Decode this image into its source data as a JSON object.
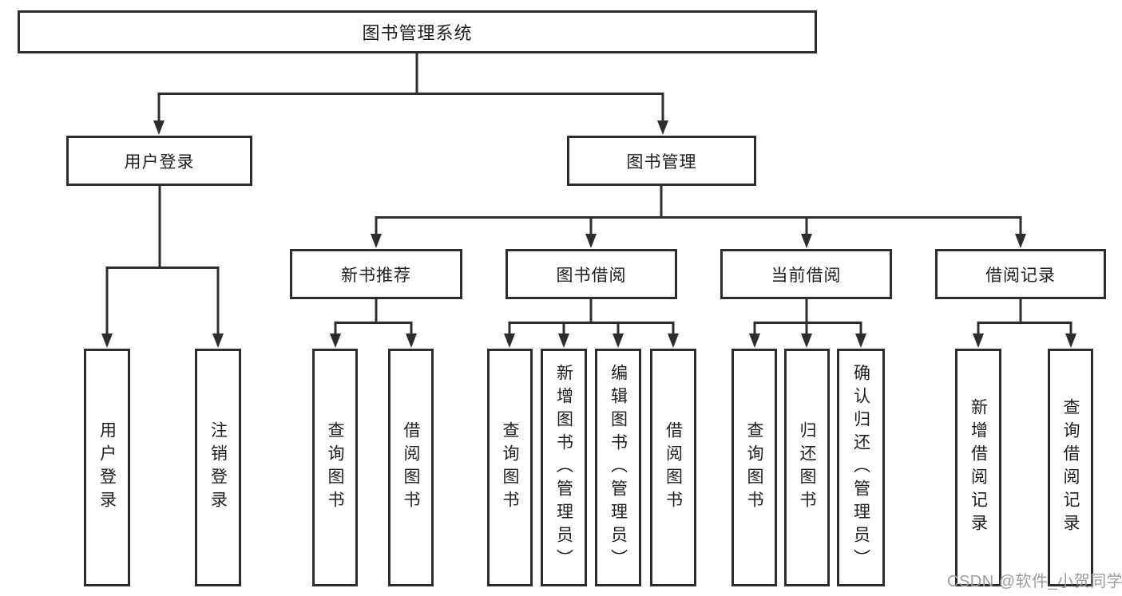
{
  "diagram_title": "图书管理系统",
  "colors": {
    "line": "#2d2d2d",
    "box_border": "#2d2d2d",
    "box_background": "#ffffff",
    "text": "#1e1e1e",
    "watermark": "#9c9c9c"
  },
  "nodes": {
    "root": {
      "label": "图书管理系统"
    },
    "level2": [
      {
        "label": "用户登录",
        "parent": "图书管理系统"
      },
      {
        "label": "图书管理",
        "parent": "图书管理系统"
      }
    ],
    "level3": [
      {
        "label": "新书推荐",
        "parent": "图书管理"
      },
      {
        "label": "图书借阅",
        "parent": "图书管理"
      },
      {
        "label": "当前借阅",
        "parent": "图书管理"
      },
      {
        "label": "借阅记录",
        "parent": "图书管理"
      }
    ],
    "level4": [
      {
        "label": "用户登录",
        "parent": "用户登录"
      },
      {
        "label": "注销登录",
        "parent": "用户登录"
      },
      {
        "label": "查询图书",
        "parent": "新书推荐"
      },
      {
        "label": "借阅图书",
        "parent": "新书推荐"
      },
      {
        "label": "查询图书",
        "parent": "图书借阅"
      },
      {
        "label": "新增图书（管理员）",
        "parent": "图书借阅"
      },
      {
        "label": "编辑图书（管理员）",
        "parent": "图书借阅"
      },
      {
        "label": "借阅图书",
        "parent": "图书借阅"
      },
      {
        "label": "查询图书",
        "parent": "当前借阅"
      },
      {
        "label": "归还图书",
        "parent": "当前借阅"
      },
      {
        "label": "确认归还（管理员）",
        "parent": "当前借阅"
      },
      {
        "label": "新增借阅记录",
        "parent": "借阅记录"
      },
      {
        "label": "查询借阅记录",
        "parent": "借阅记录"
      }
    ]
  },
  "watermark": {
    "text": "CSDN @软件_小贺同学"
  }
}
